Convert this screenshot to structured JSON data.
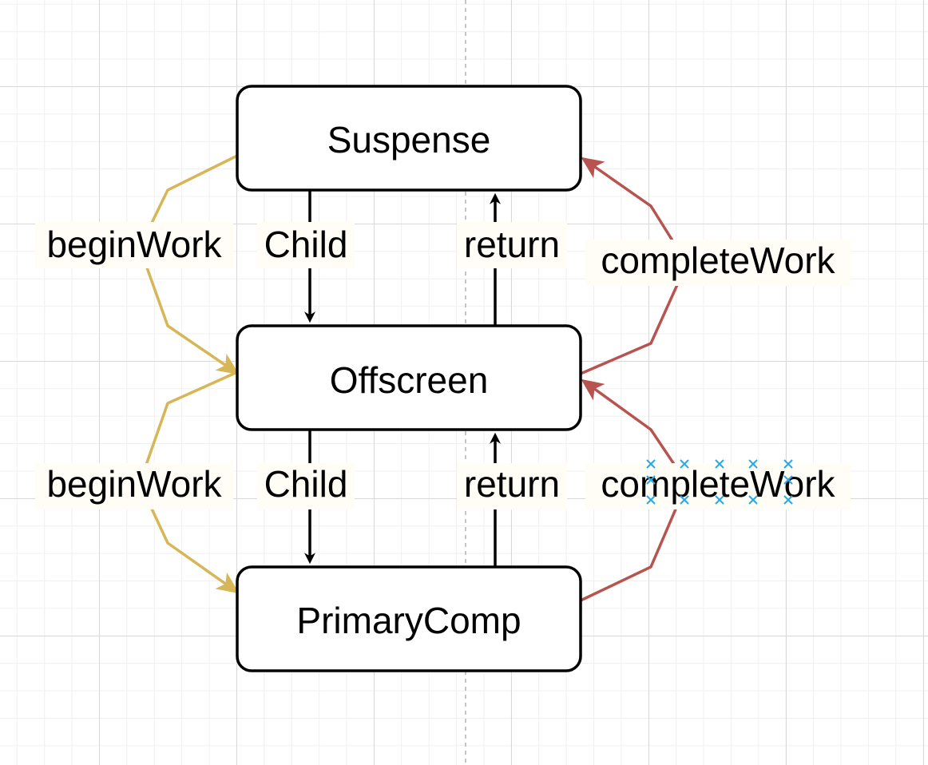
{
  "nodes": {
    "suspense": "Suspense",
    "offscreen": "Offscreen",
    "primary": "PrimaryComp"
  },
  "edges": {
    "child_1": "Child",
    "child_2": "Child",
    "return_1": "return",
    "return_2": "return",
    "begin_1": "beginWork",
    "begin_2": "beginWork",
    "complete_1": "completeWork",
    "complete_2": "completeWork"
  },
  "colors": {
    "begin_work": "#d6b656",
    "complete_work": "#b85450",
    "structure": "#000000",
    "selection_handle": "#29a9e8",
    "label_background": "#fffdf6"
  }
}
